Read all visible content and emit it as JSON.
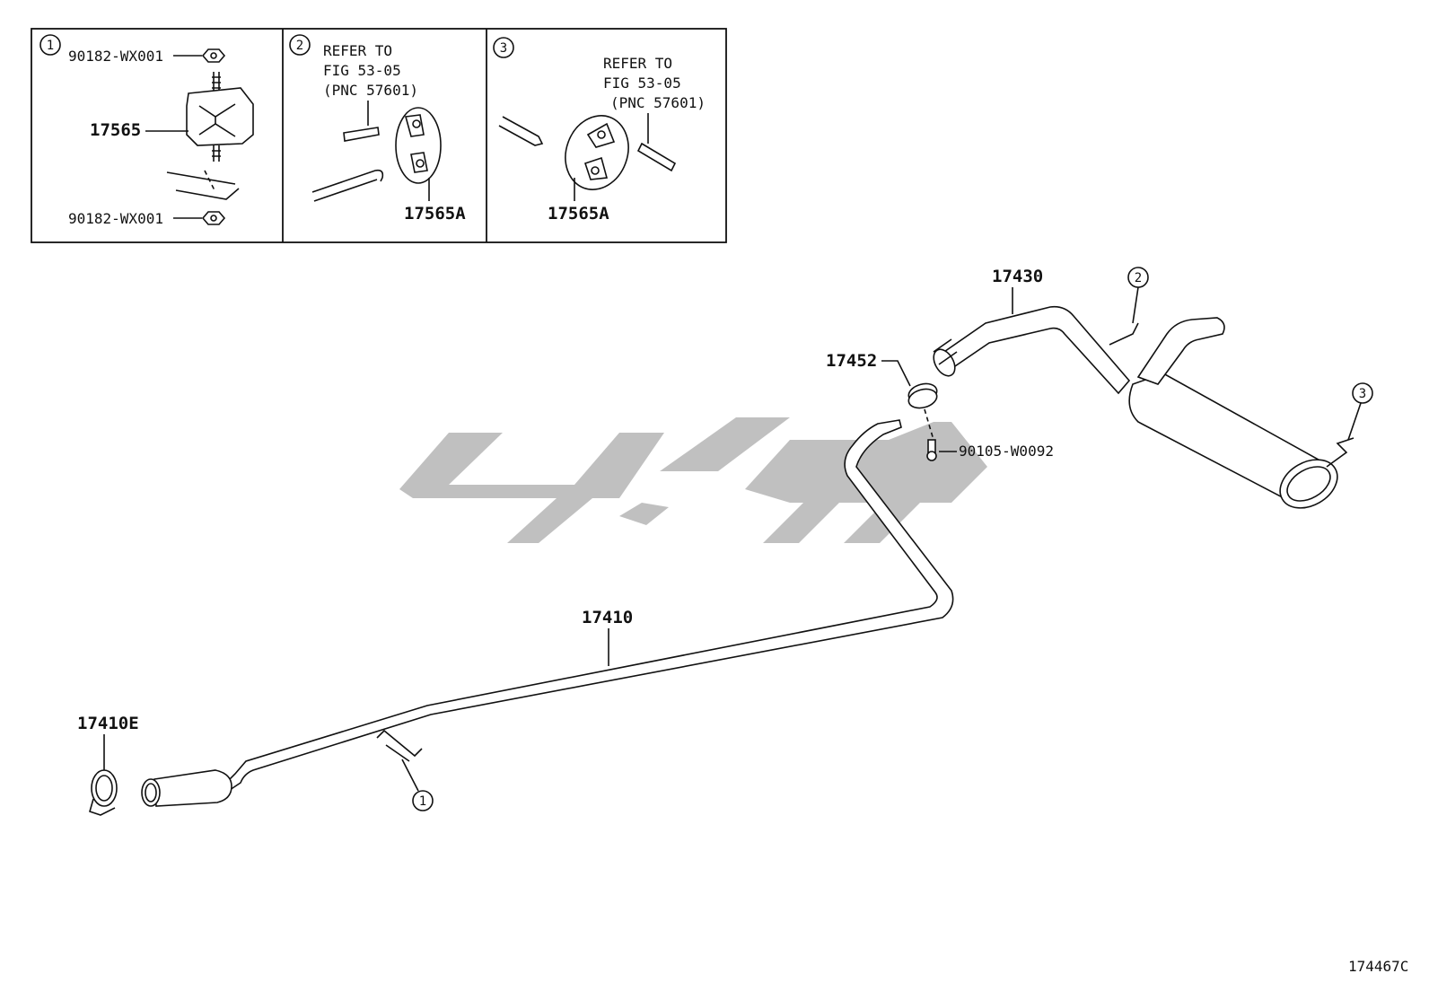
{
  "diagram": {
    "inset_panels": [
      {
        "callout": "1",
        "labels": {
          "top_nut": "90182-WX001",
          "mount": "17565",
          "bottom_nut": "90182-WX001"
        }
      },
      {
        "callout": "2",
        "refer": [
          "REFER TO",
          "FIG 53-05",
          "(PNC 57601)"
        ],
        "labels": {
          "hanger": "17565A"
        }
      },
      {
        "callout": "3",
        "refer": [
          "REFER TO",
          "FIG 53-05",
          "(PNC 57601)"
        ],
        "labels": {
          "hanger": "17565A"
        }
      }
    ],
    "parts": {
      "tail_pipe": "17430",
      "gasket": "17452",
      "bolt": "90105-W0092",
      "front_pipe": "17410",
      "clamp": "17410E"
    },
    "callouts": {
      "c1": "1",
      "c2": "2",
      "c3": "3"
    },
    "illustration_id": "174467C"
  }
}
